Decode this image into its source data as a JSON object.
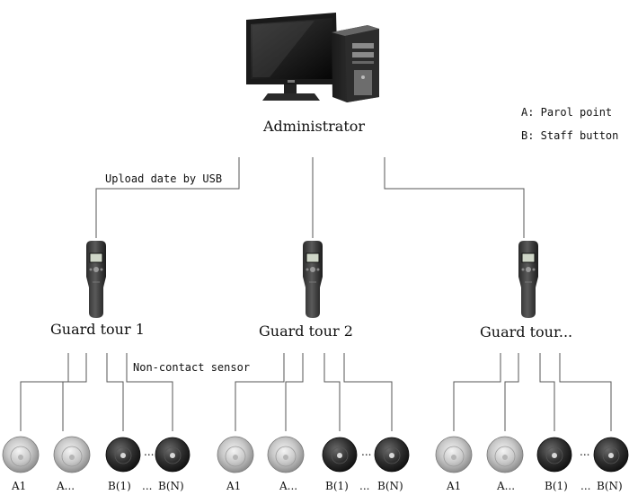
{
  "administrator": {
    "label": "Administrator"
  },
  "legend": {
    "a": "A: Parol point",
    "b": "B: Staff button"
  },
  "connections": {
    "usb_label": "Upload date by USB",
    "sensor_label": "Non-contact sensor"
  },
  "guard_tours": [
    {
      "label": "Guard tour 1",
      "endpoints": [
        {
          "type": "patrol-point",
          "label": "A1"
        },
        {
          "type": "patrol-point",
          "label": "A..."
        },
        {
          "type": "staff-button",
          "label": "B(1)"
        },
        {
          "type": "staff-button",
          "label": "B(N)"
        }
      ],
      "ellipsis": "...",
      "label_ellipsis": "..."
    },
    {
      "label": "Guard tour 2",
      "endpoints": [
        {
          "type": "patrol-point",
          "label": "A1"
        },
        {
          "type": "patrol-point",
          "label": "A..."
        },
        {
          "type": "staff-button",
          "label": "B(1)"
        },
        {
          "type": "staff-button",
          "label": "B(N)"
        }
      ],
      "ellipsis": "...",
      "label_ellipsis": "..."
    },
    {
      "label": "Guard tour...",
      "endpoints": [
        {
          "type": "patrol-point",
          "label": "A1"
        },
        {
          "type": "patrol-point",
          "label": "A..."
        },
        {
          "type": "staff-button",
          "label": "B(1)"
        },
        {
          "type": "staff-button",
          "label": "B(N)"
        }
      ],
      "ellipsis": "...",
      "label_ellipsis": "..."
    }
  ]
}
